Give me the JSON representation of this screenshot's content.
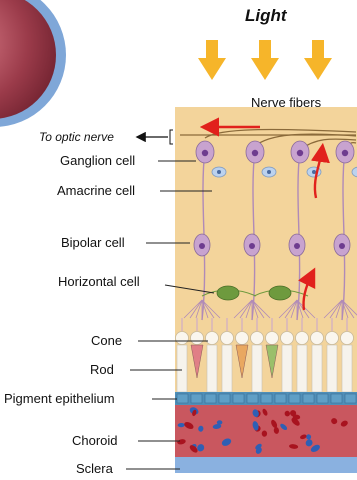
{
  "title": "Light",
  "labels": {
    "nerve_fibers": "Nerve fibers",
    "to_optic_nerve": "To optic nerve",
    "ganglion_cell": "Ganglion cell",
    "amacrine_cell": "Amacrine cell",
    "bipolar_cell": "Bipolar cell",
    "horizontal_cell": "Horizontal cell",
    "cone": "Cone",
    "rod": "Rod",
    "pigment_epithelium": "Pigment epithelium",
    "choroid": "Choroid",
    "sclera": "Sclera"
  },
  "colors": {
    "retina_bg": "#f3d49b",
    "light_arrow": "#f6b52a",
    "cell_body": "#c8a3cf",
    "cell_nucleus": "#6e3c8f",
    "horizontal_cell": "#6e9a3e",
    "signal_arrow": "#e1211c",
    "pigment": "#5f9fc6",
    "choroid": "#c9575f",
    "sclera": "#8ab1e0",
    "eye": "#9b3b4a"
  }
}
